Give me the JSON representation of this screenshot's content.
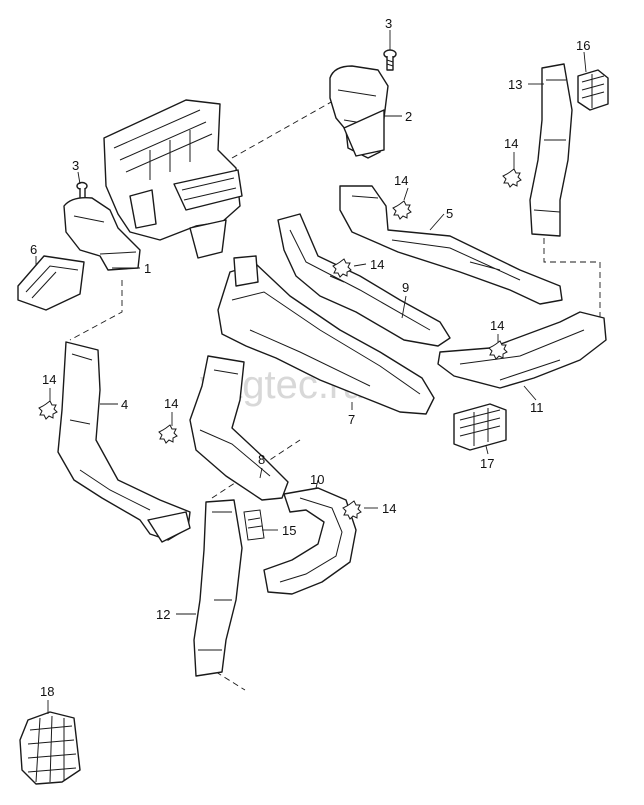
{
  "diagram": {
    "watermark": "vagtec.ru",
    "callouts": [
      {
        "id": "c1",
        "label": "1"
      },
      {
        "id": "c2",
        "label": "2"
      },
      {
        "id": "c3a",
        "label": "3"
      },
      {
        "id": "c3b",
        "label": "3"
      },
      {
        "id": "c4",
        "label": "4"
      },
      {
        "id": "c5",
        "label": "5"
      },
      {
        "id": "c6",
        "label": "6"
      },
      {
        "id": "c7",
        "label": "7"
      },
      {
        "id": "c8",
        "label": "8"
      },
      {
        "id": "c9",
        "label": "9"
      },
      {
        "id": "c10",
        "label": "10"
      },
      {
        "id": "c11",
        "label": "11"
      },
      {
        "id": "c12",
        "label": "12"
      },
      {
        "id": "c13",
        "label": "13"
      },
      {
        "id": "c14a",
        "label": "14"
      },
      {
        "id": "c14b",
        "label": "14"
      },
      {
        "id": "c14c",
        "label": "14"
      },
      {
        "id": "c14d",
        "label": "14"
      },
      {
        "id": "c14e",
        "label": "14"
      },
      {
        "id": "c14f",
        "label": "14"
      },
      {
        "id": "c14g",
        "label": "14"
      },
      {
        "id": "c15",
        "label": "15"
      },
      {
        "id": "c16",
        "label": "16"
      },
      {
        "id": "c17",
        "label": "17"
      },
      {
        "id": "c18",
        "label": "18"
      }
    ]
  }
}
